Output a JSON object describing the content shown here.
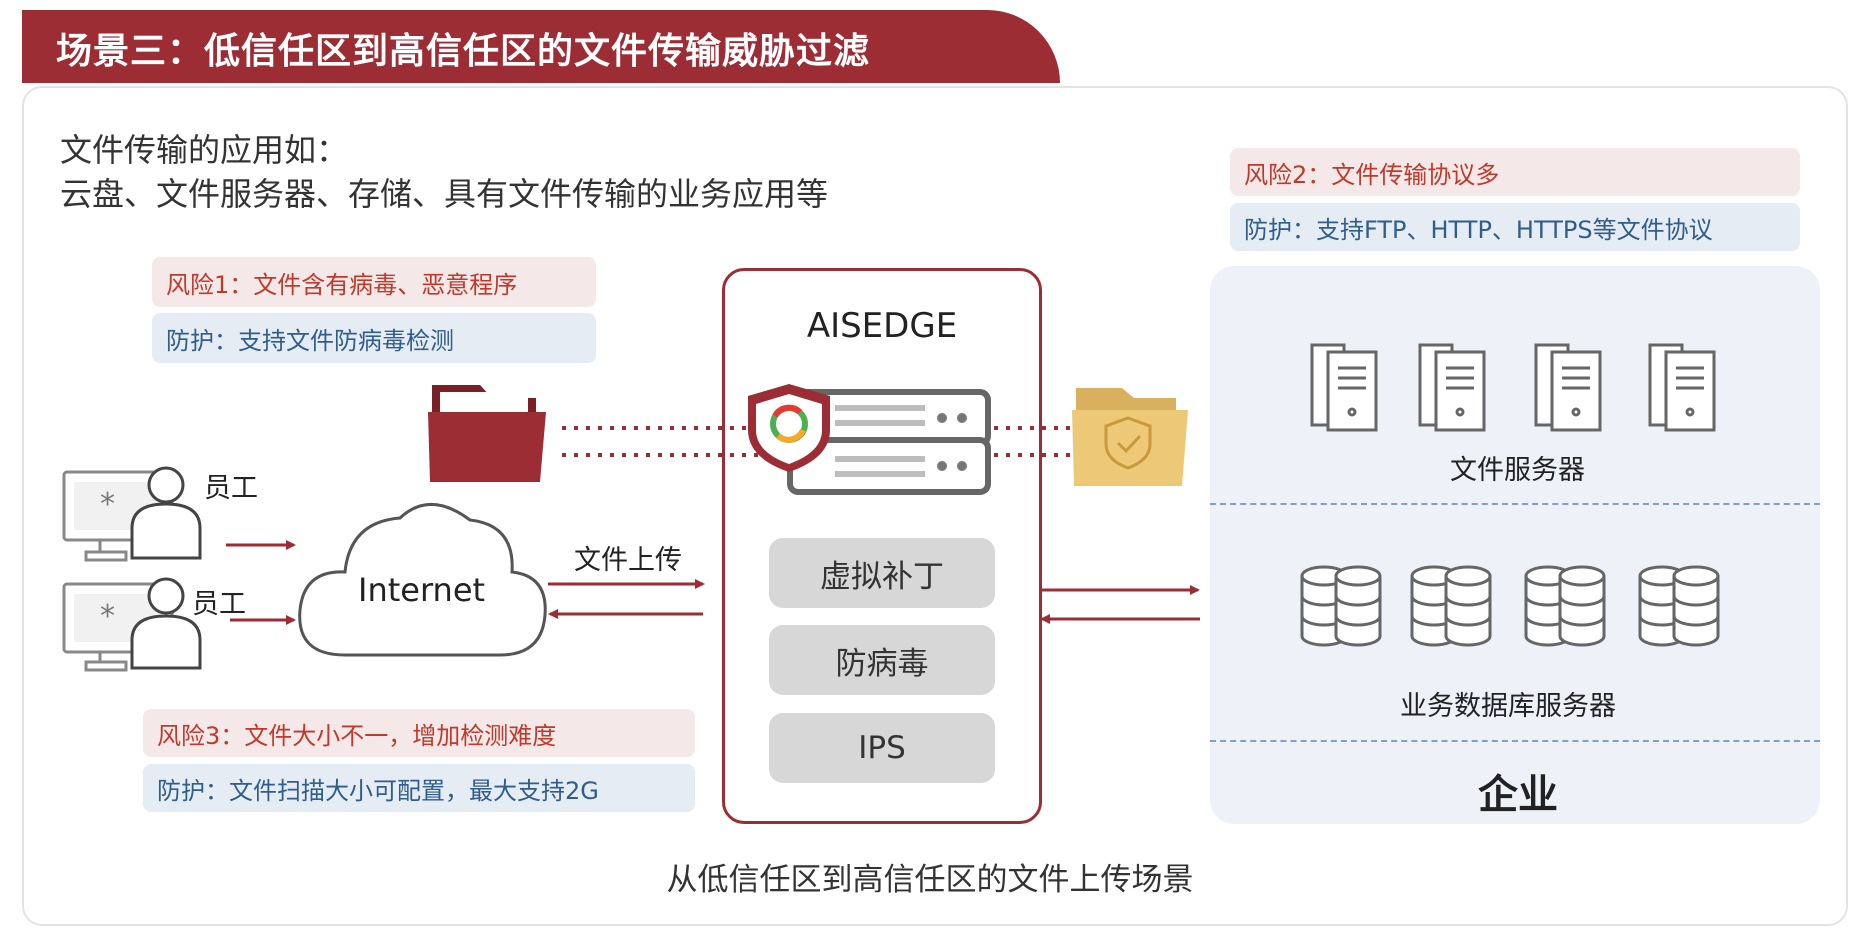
{
  "title": "场景三：低信任区到高信任区的文件传输威胁过滤",
  "intro": {
    "line1": "文件传输的应用如：",
    "line2": "云盘、文件服务器、存储、具有文件传输的业务应用等"
  },
  "risks": {
    "risk1": "风险1：文件含有病毒、恶意程序",
    "protect1": "防护：支持文件防病毒检测",
    "risk2": "风险2：文件传输协议多",
    "protect2": "防护：支持FTP、HTTP、HTTPS等文件协议",
    "risk3": "风险3：文件大小不一，增加检测难度",
    "protect3": "防护：文件扫描大小可配置，最大支持2G"
  },
  "employees": [
    "员工",
    "员工"
  ],
  "internet": "Internet",
  "upload_label": "文件上传",
  "device": {
    "name": "AISEDGE",
    "features": [
      "虚拟补丁",
      "防病毒",
      "IPS"
    ]
  },
  "enterprise": {
    "file_servers_label": "文件服务器",
    "db_servers_label": "业务数据库服务器",
    "name": "企业"
  },
  "caption": "从低信任区到高信任区的文件上传场景",
  "colors": {
    "brand_red": "#9d2d35",
    "risk_text": "#c0392b",
    "protect_text": "#2f5d8c",
    "folder_safe": "#ecc877",
    "enterprise_bg": "#eef2f8"
  },
  "icons": [
    "monitor-icon",
    "person-icon",
    "cloud-icon",
    "folder-icon",
    "shield-icon",
    "server-icon",
    "database-icon"
  ]
}
